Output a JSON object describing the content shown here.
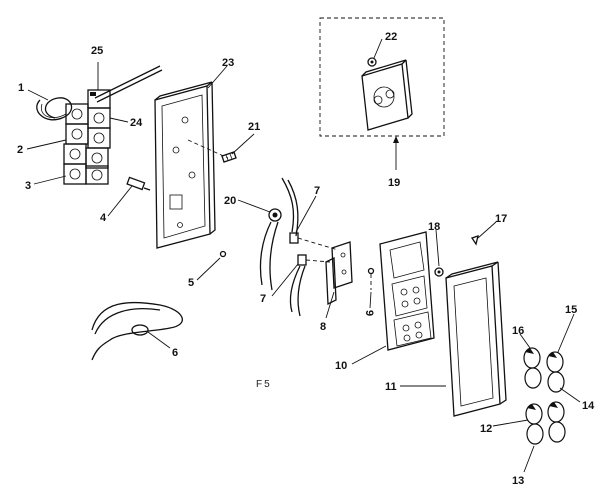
{
  "callouts": {
    "c1": "1",
    "c2": "2",
    "c3": "3",
    "c4": "4",
    "c5": "5",
    "c6": "6",
    "c7a": "7",
    "c7b": "7",
    "c8": "8",
    "c9": "9",
    "c10": "10",
    "c11": "11",
    "c12": "12",
    "c13": "13",
    "c14": "14",
    "c15": "15",
    "c16": "16",
    "c17": "17",
    "c18": "18",
    "c19": "19",
    "c20": "20",
    "c21": "21",
    "c22": "22",
    "c23": "23",
    "c24": "24",
    "c25": "25"
  },
  "caption": "F5"
}
